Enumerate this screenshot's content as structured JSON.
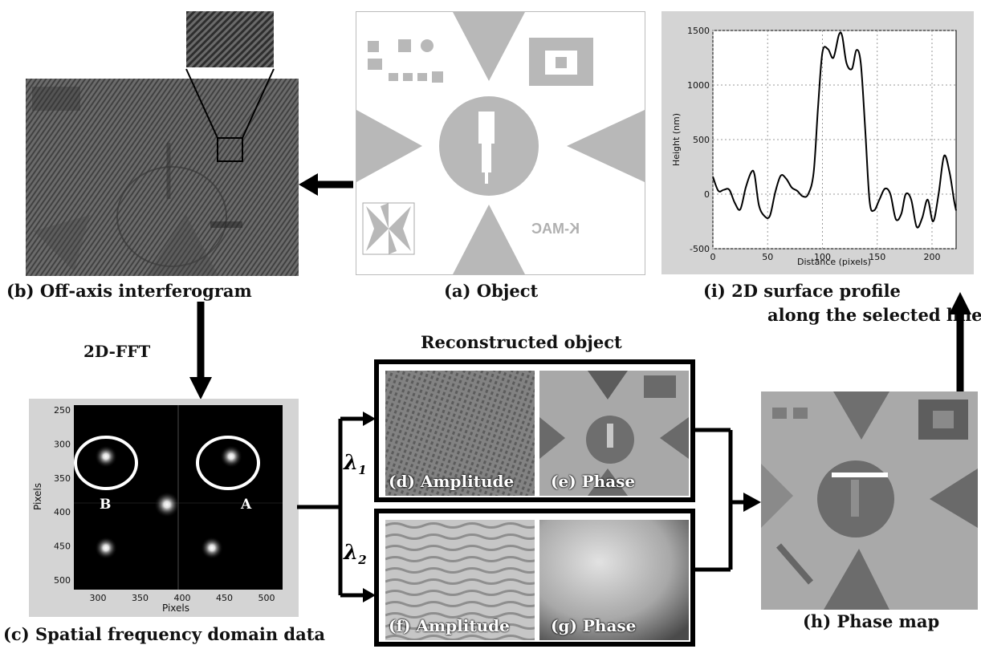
{
  "captions": {
    "interferogram": "(b) Off-axis interferogram",
    "object": "(a) Object",
    "profile_line1": "(i) 2D surface profile",
    "profile_line2": "along the selected line",
    "fft_label": "2D-FFT",
    "reconstructed": "Reconstructed object",
    "spatial": "(c) Spatial frequency domain data",
    "phase_map": "(h) Phase map"
  },
  "panels": {
    "d": "(d) Amplitude",
    "e": "(e) Phase",
    "f": "(f) Amplitude",
    "g": "(g) Phase"
  },
  "wavelengths": {
    "l1_main": "λ",
    "l1_sub": "1",
    "l2_main": "λ",
    "l2_sub": "2"
  },
  "object_logo": "K-MAC",
  "fft": {
    "xlabel": "Pixels",
    "ylabel": "Pixels",
    "xticks": [
      "300",
      "350",
      "400",
      "450",
      "500"
    ],
    "yticks": [
      "250",
      "300",
      "350",
      "400",
      "450",
      "500"
    ],
    "label_A": "A",
    "label_B": "B"
  },
  "chart_data": {
    "type": "line",
    "xlabel": "Distance (pixels)",
    "ylabel": "Height (nm)",
    "xlim": [
      0,
      222
    ],
    "ylim": [
      -500,
      1500
    ],
    "xticks": [
      "0",
      "50",
      "100",
      "150",
      "200"
    ],
    "yticks": [
      "1500",
      "1000",
      "500",
      "0",
      "-500"
    ],
    "grid": true,
    "x": [
      0,
      5,
      10,
      15,
      20,
      25,
      30,
      35,
      38,
      42,
      47,
      52,
      57,
      62,
      67,
      72,
      77,
      82,
      87,
      92,
      96,
      100,
      105,
      110,
      115,
      118,
      122,
      127,
      131,
      135,
      139,
      143,
      147,
      152,
      157,
      162,
      167,
      172,
      176,
      181,
      186,
      191,
      196,
      201,
      206,
      211,
      216,
      220,
      222
    ],
    "y": [
      160,
      30,
      40,
      40,
      -80,
      -140,
      60,
      200,
      180,
      -100,
      -200,
      -200,
      20,
      170,
      140,
      60,
      30,
      -20,
      0,
      200,
      800,
      1300,
      1330,
      1250,
      1460,
      1450,
      1200,
      1150,
      1320,
      1200,
      600,
      -60,
      -150,
      -50,
      50,
      0,
      -230,
      -180,
      0,
      -50,
      -300,
      -220,
      -50,
      -250,
      0,
      350,
      200,
      -50,
      -150
    ]
  }
}
